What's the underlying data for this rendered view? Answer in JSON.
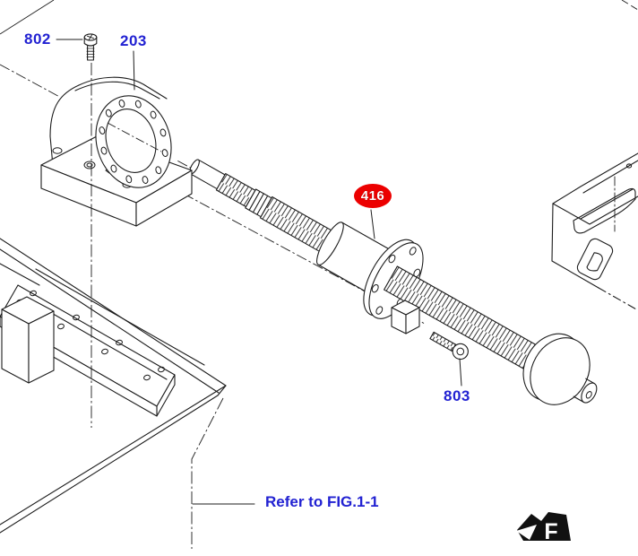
{
  "callouts": [
    {
      "ref": "802",
      "style": "plain"
    },
    {
      "ref": "203",
      "style": "plain"
    },
    {
      "ref": "416",
      "style": "highlighted"
    },
    {
      "ref": "803",
      "style": "plain"
    }
  ],
  "note": {
    "text": "Refer to FIG.1-1"
  },
  "logo": {
    "letter": "F"
  },
  "colors": {
    "background": "#ffffff",
    "line": "#1c1c1c",
    "callout_blue": "#2222d2",
    "highlight_red": "#ec0000",
    "highlight_text": "#ffffff",
    "logo_black": "#111111"
  }
}
